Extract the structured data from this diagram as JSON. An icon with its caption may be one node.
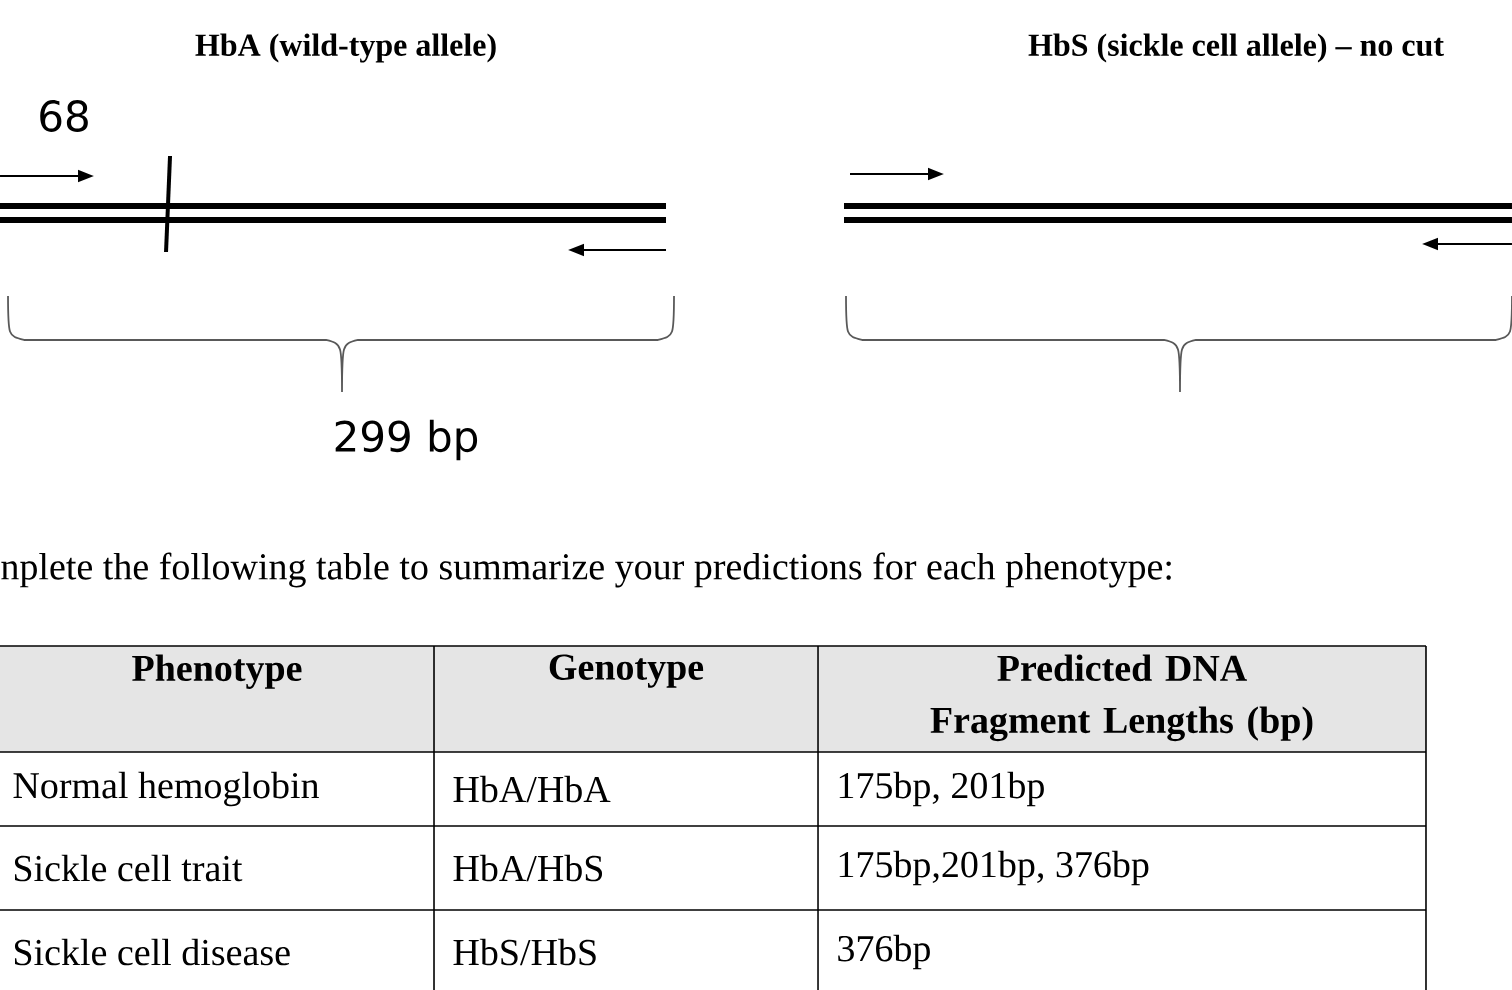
{
  "diagram": {
    "labels": [
      "HbA (wild-type allele)",
      "HbS (sickle cell allele) – no cut",
      "68",
      "299 bp",
      "nplete the following table to summarize your predictions for each phenotype:",
      "Phenotype",
      "Genotype",
      "Predicted DNA Fragment Lengths (bp)",
      "Normal hemoglobin",
      "HbA/HbA",
      "175bp, 201bp",
      "Sickle cell trait",
      "HbA/HbS",
      "175bp,201bp, 376bp",
      "Sickle cell disease",
      "HbS/HbS",
      "376bp"
    ]
  }
}
